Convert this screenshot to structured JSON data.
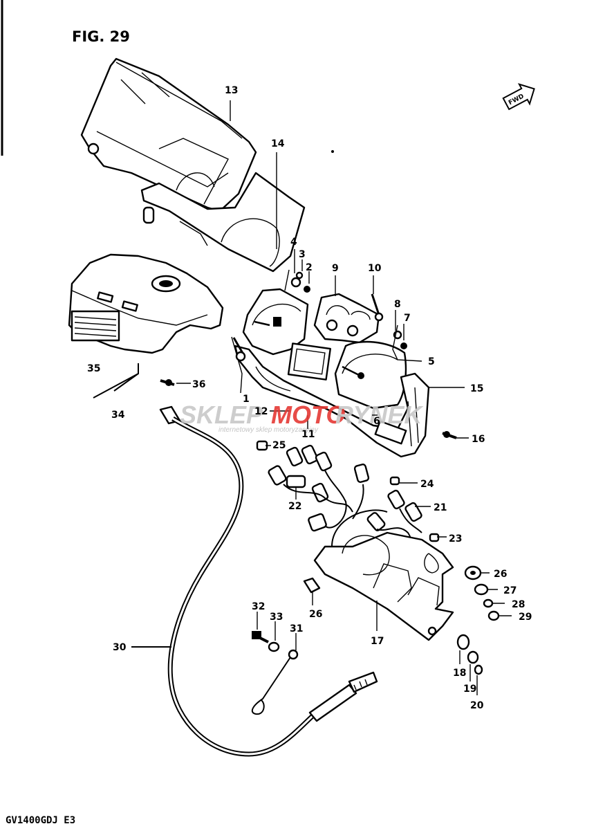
{
  "figure": {
    "title": "FIG. 29",
    "model_code": "GV1400GDJ  E3",
    "fwd_label": "FWD"
  },
  "watermark": {
    "brand_a": "SKLEP",
    "brand_b": "MOTO",
    "brand_c": "RYNEK",
    "tagline": "internetowy sklep motoryzacyjny"
  },
  "callouts": {
    "c1": "1",
    "c2": "2",
    "c3": "3",
    "c4": "4",
    "c5": "5",
    "c6": "6",
    "c7": "7",
    "c8": "8",
    "c9": "9",
    "c10": "10",
    "c11": "11",
    "c12": "12",
    "c13": "13",
    "c14": "14",
    "c15": "15",
    "c16": "16",
    "c17": "17",
    "c18": "18",
    "c19": "19",
    "c20": "20",
    "c21": "21",
    "c22": "22",
    "c23": "23",
    "c24": "24",
    "c25": "25",
    "c26a": "26",
    "c26b": "26",
    "c27": "27",
    "c28": "28",
    "c29": "29",
    "c30": "30",
    "c31": "31",
    "c32": "32",
    "c33": "33",
    "c34": "34",
    "c35": "35",
    "c36": "36"
  },
  "colors": {
    "ink": "#000000",
    "watermark_gray": "#bdbdbd",
    "watermark_red": "#e53935"
  }
}
